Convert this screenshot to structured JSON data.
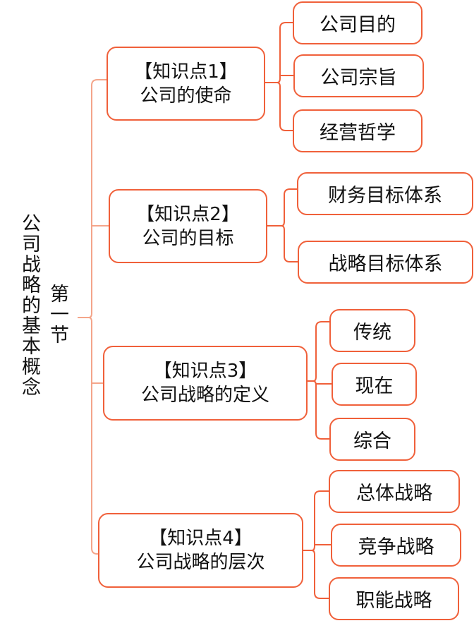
{
  "root": {
    "title": "公司战略的基本概念",
    "section": "第一节"
  },
  "colors": {
    "box_border": "#f0603a",
    "main_bracket": "#f4a58a"
  },
  "nodes": [
    {
      "tag": "【知识点1】",
      "label": "公司的使命",
      "children": [
        "公司目的",
        "公司宗旨",
        "经营哲学"
      ]
    },
    {
      "tag": "【知识点2】",
      "label": "公司的目标",
      "children": [
        "财务目标体系",
        "战略目标体系"
      ]
    },
    {
      "tag": "【知识点3】",
      "label": "公司战略的定义",
      "children": [
        "传统",
        "现在",
        "综合"
      ]
    },
    {
      "tag": "【知识点4】",
      "label": "公司战略的层次",
      "children": [
        "总体战略",
        "竞争战略",
        "职能战略"
      ]
    }
  ]
}
